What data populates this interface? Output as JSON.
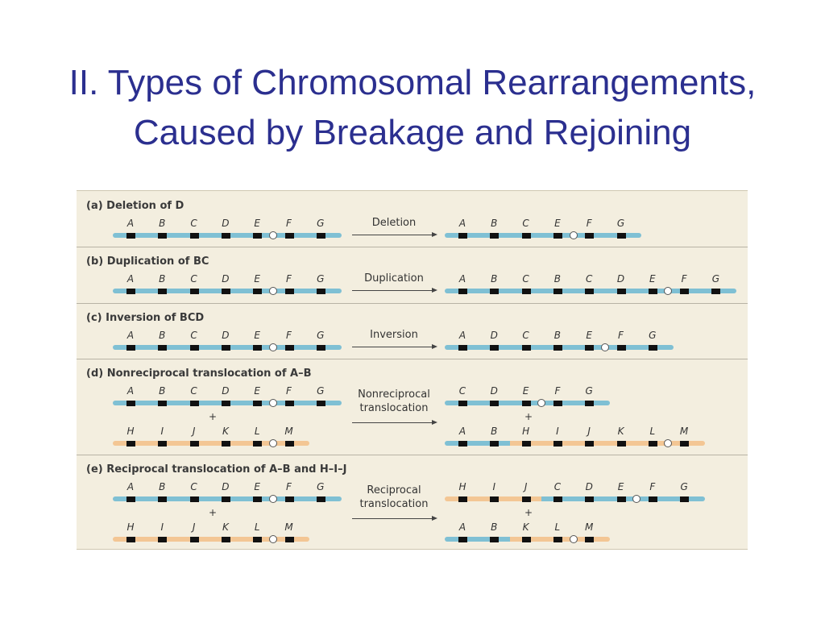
{
  "slide": {
    "title_line1": "II. Types of Chromosomal Rearrangements,",
    "title_line2": "Caused by Breakage and Rejoining"
  },
  "colors": {
    "title": "#2b2f8f",
    "chromosome_1": "#7fc0d4",
    "chromosome_2": "#f3c694",
    "figure_bg": "#f3eedf"
  },
  "panels": [
    {
      "label": "(a) Deletion of D",
      "arrow_label": "Deletion",
      "before": [
        {
          "genes": [
            "A",
            "B",
            "C",
            "D",
            "E",
            "F",
            "G"
          ],
          "centromere_after": "E",
          "color": "blue"
        }
      ],
      "after": [
        {
          "genes": [
            "A",
            "B",
            "C",
            "E",
            "F",
            "G"
          ],
          "centromere_after": "E",
          "color": "blue"
        }
      ]
    },
    {
      "label": "(b) Duplication of BC",
      "arrow_label": "Duplication",
      "before": [
        {
          "genes": [
            "A",
            "B",
            "C",
            "D",
            "E",
            "F",
            "G"
          ],
          "centromere_after": "E",
          "color": "blue"
        }
      ],
      "after": [
        {
          "genes": [
            "A",
            "B",
            "C",
            "B",
            "C",
            "D",
            "E",
            "F",
            "G"
          ],
          "centromere_after": "E",
          "color": "blue"
        }
      ]
    },
    {
      "label": "(c) Inversion of BCD",
      "arrow_label": "Inversion",
      "before": [
        {
          "genes": [
            "A",
            "B",
            "C",
            "D",
            "E",
            "F",
            "G"
          ],
          "centromere_after": "E",
          "color": "blue"
        }
      ],
      "after": [
        {
          "genes": [
            "A",
            "D",
            "C",
            "B",
            "E",
            "F",
            "G"
          ],
          "centromere_after": "E",
          "color": "blue"
        }
      ]
    },
    {
      "label": "(d) Nonreciprocal translocation of A–B",
      "arrow_label": "Nonreciprocal\ntranslocation",
      "plus": "+",
      "before": [
        {
          "genes": [
            "A",
            "B",
            "C",
            "D",
            "E",
            "F",
            "G"
          ],
          "centromere_after": "E",
          "color": "blue"
        },
        {
          "genes": [
            "H",
            "I",
            "J",
            "K",
            "L",
            "M"
          ],
          "centromere_after": "L",
          "color": "orange"
        }
      ],
      "after": [
        {
          "genes": [
            "C",
            "D",
            "E",
            "F",
            "G"
          ],
          "centromere_after": "E",
          "color": "blue"
        },
        {
          "genes": [
            "A",
            "B",
            "H",
            "I",
            "J",
            "K",
            "L",
            "M"
          ],
          "centromere_after": "L",
          "color": "mixed",
          "blue_count": 2
        }
      ]
    },
    {
      "label": "(e) Reciprocal translocation of A–B and H–I–J",
      "arrow_label": "Reciprocal\ntranslocation",
      "plus": "+",
      "before": [
        {
          "genes": [
            "A",
            "B",
            "C",
            "D",
            "E",
            "F",
            "G"
          ],
          "centromere_after": "E",
          "color": "blue"
        },
        {
          "genes": [
            "H",
            "I",
            "J",
            "K",
            "L",
            "M"
          ],
          "centromere_after": "L",
          "color": "orange"
        }
      ],
      "after": [
        {
          "genes": [
            "H",
            "I",
            "J",
            "C",
            "D",
            "E",
            "F",
            "G"
          ],
          "centromere_after": "E",
          "color": "mixed-rev",
          "orange_count": 3
        },
        {
          "genes": [
            "A",
            "B",
            "K",
            "L",
            "M"
          ],
          "centromere_after": "L",
          "color": "mixed",
          "blue_count": 2
        }
      ]
    }
  ]
}
